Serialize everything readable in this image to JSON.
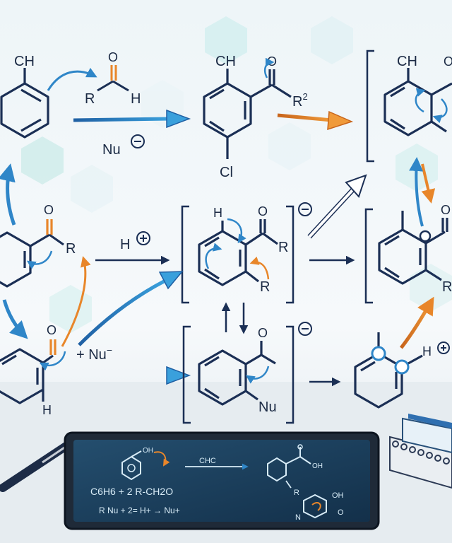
{
  "labels": {
    "m1_ch": "CH",
    "m1_r": "R",
    "m1_h": "H",
    "m1_o": "O",
    "nu_minus_1": "Nu",
    "m2_ch": "CH",
    "m2_r2": "R",
    "m2_r2_sup": "2",
    "m2_o": "O",
    "m2_cl": "Cl",
    "m3_ch": "CH",
    "m3_o": "O",
    "m4_o": "O",
    "m4_r": "R",
    "h_plus_1": "H",
    "m5_h": "H",
    "m5_o": "O",
    "m5_r1": "R",
    "m5_r2": "R",
    "m6_o": "O",
    "m6_r": "R",
    "m7_o": "O",
    "m7_h": "H",
    "plus_nu": "+ Nu",
    "m8_o": "O",
    "m8_nu": "Nu",
    "m9_h": "H",
    "m9_plus": "+"
  },
  "tablet": {
    "row1_oh": "OH",
    "row1_reagent": "CHC",
    "row1_prod_oh": "OH",
    "row2_eq": "C6H6 + 2 R-CH2O",
    "row2_r": "R",
    "row3_eq": "R Nu + 2= H+ → Nu+",
    "row3_oh": "OH",
    "row3_n": "N",
    "row3_o": "O"
  },
  "colors": {
    "structure": "#1b2f55",
    "blue_arrow": "#2f86c8",
    "orange_arrow": "#e8862a",
    "background": "#f3f7f9",
    "tablet_screen": "#1b3a55"
  }
}
